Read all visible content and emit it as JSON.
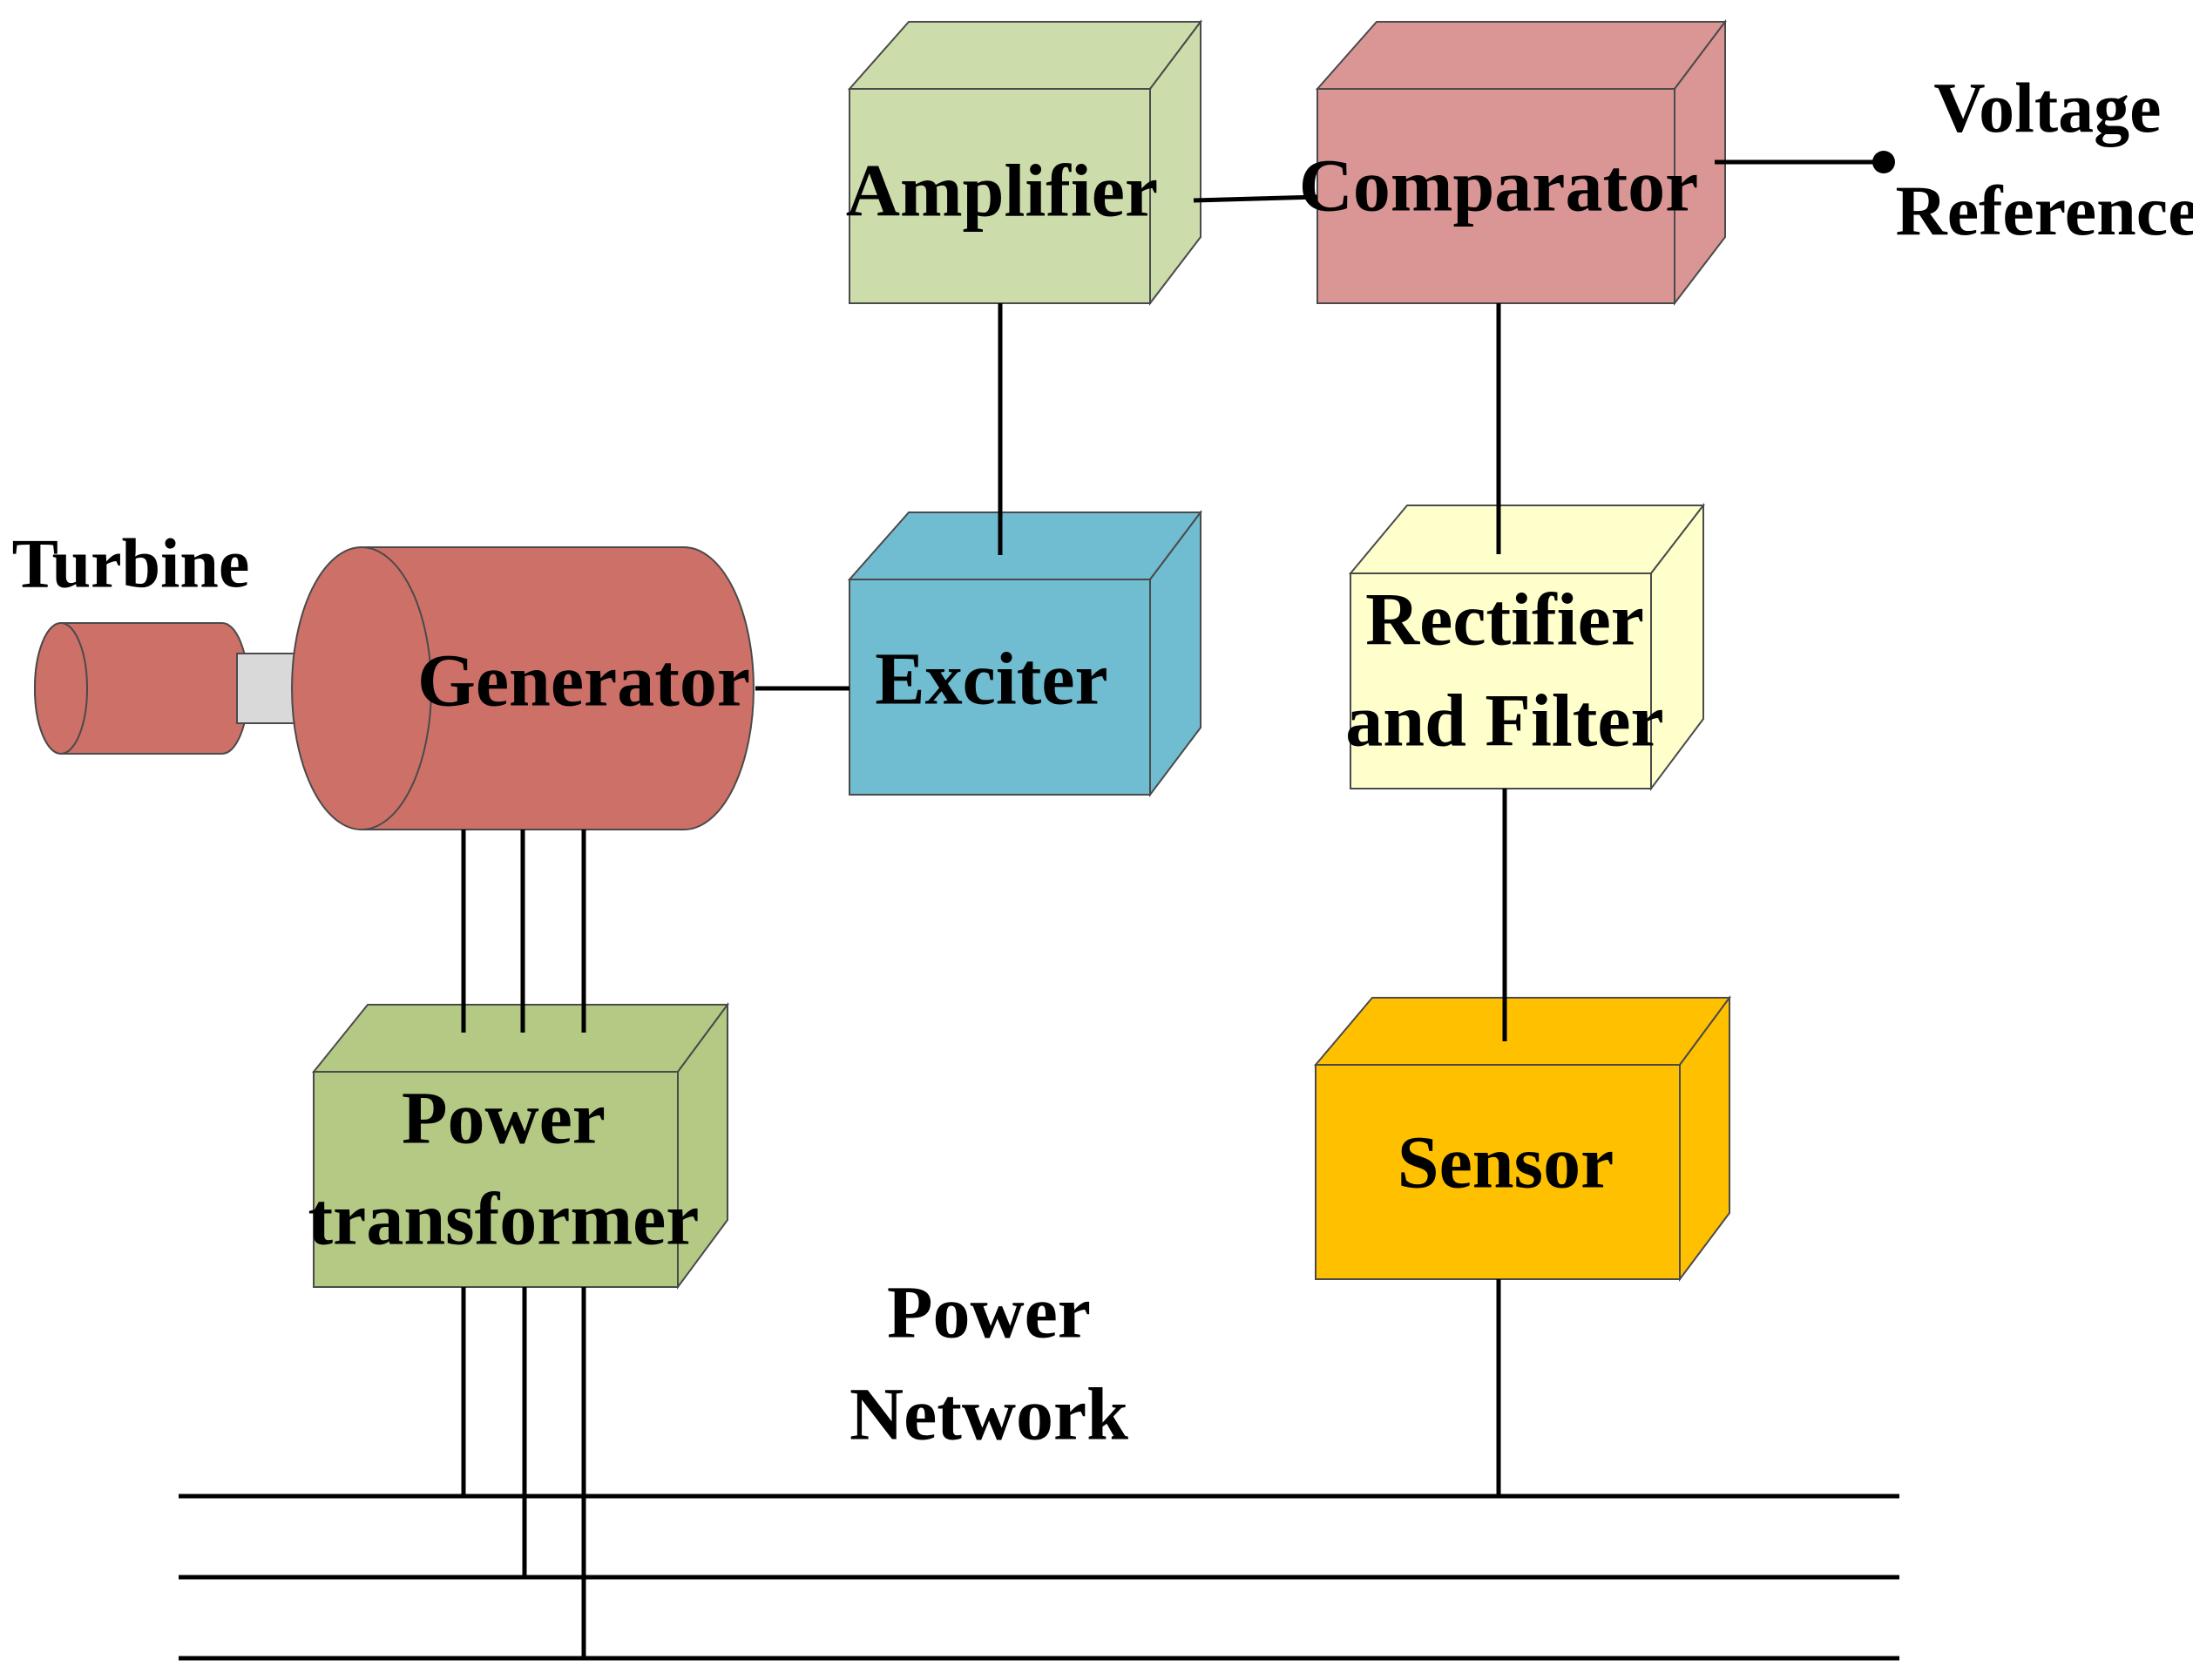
{
  "labels": {
    "turbine": "Turbine",
    "generator": "Generator",
    "exciter": "Exciter",
    "amplifier": "Amplifier",
    "comparator": "Comparator",
    "voltage_reference": [
      "Voltage",
      "Reference"
    ],
    "rectifier": [
      "Rectifier",
      "and Filter"
    ],
    "sensor": "Sensor",
    "power_transformer": [
      "Power",
      "transformer"
    ],
    "power_network": [
      "Power",
      "Network"
    ]
  },
  "colors": {
    "turbine": "#cd7068",
    "shaft": "#d9d9d9",
    "generator": "#cd7068",
    "exciter": "#70bcd0",
    "amplifier": "#ccdcaa",
    "comparator": "#da9694",
    "rectifier": "#ffffcc",
    "sensor": "#ffc000",
    "power_transformer": "#b4c984",
    "wires": "#000000"
  }
}
